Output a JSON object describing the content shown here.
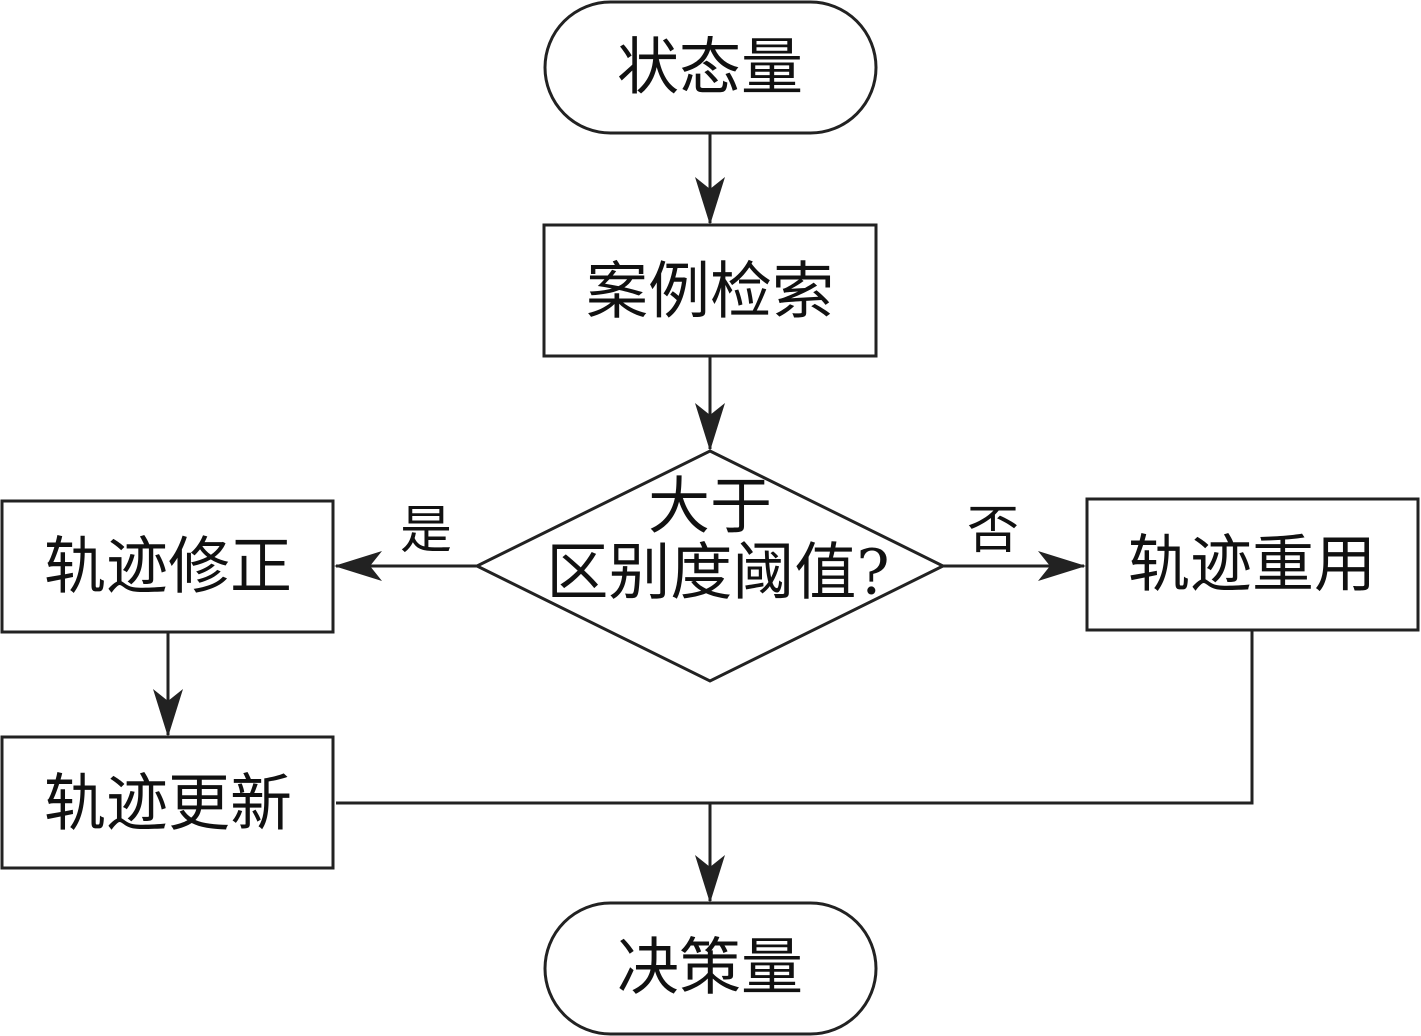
{
  "nodes": {
    "start": {
      "label": "状态量"
    },
    "retrieve": {
      "label": "案例检索"
    },
    "decision": {
      "line1": "大于",
      "line2": "区别度阈值?"
    },
    "correct": {
      "label": "轨迹修正"
    },
    "reuse": {
      "label": "轨迹重用"
    },
    "update": {
      "label": "轨迹更新"
    },
    "end": {
      "label": "决策量"
    }
  },
  "edges": {
    "yes_label": "是",
    "no_label": "否"
  }
}
